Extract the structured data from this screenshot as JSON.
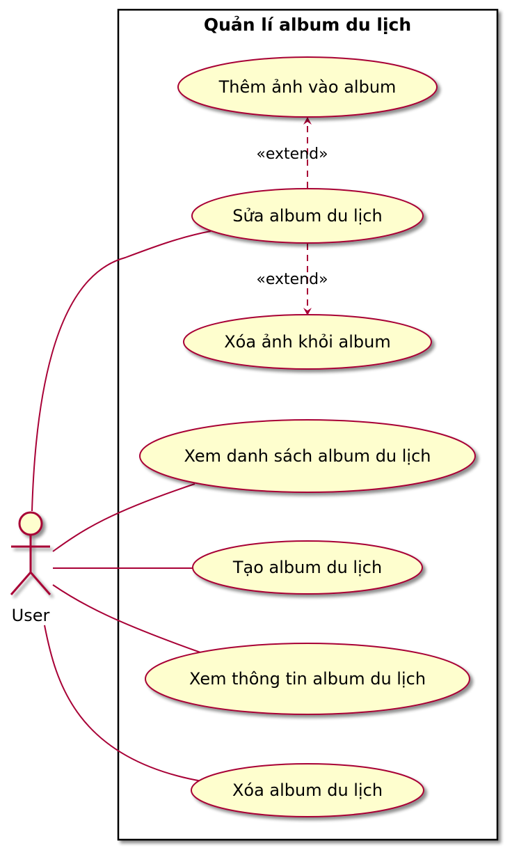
{
  "system": {
    "title": "Quản lí album du lịch"
  },
  "actor": {
    "name": "User"
  },
  "use_cases": {
    "add_photo": "Thêm ảnh vào album",
    "edit_album": "Sửa album du lịch",
    "delete_photo": "Xóa ảnh khỏi album",
    "list_albums": "Xem danh sách album du lịch",
    "create_album": "Tạo album du lịch",
    "view_album": "Xem thông tin album du lịch",
    "delete_album": "Xóa album du lịch"
  },
  "relations": {
    "extend_add": "«extend»",
    "extend_delete": "«extend»"
  },
  "colors": {
    "line": "#A80036",
    "usecase_fill": "#FEFECE",
    "boundary": "#000000"
  }
}
